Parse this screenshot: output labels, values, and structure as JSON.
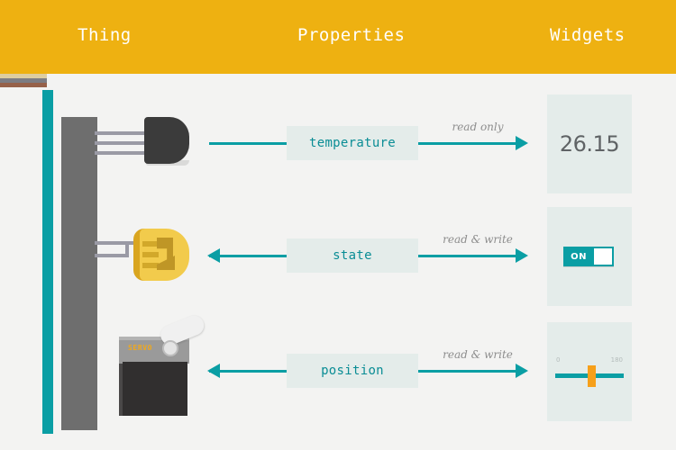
{
  "header": {
    "columns": [
      {
        "label": "Thing"
      },
      {
        "label": "Properties"
      },
      {
        "label": "Widgets"
      }
    ]
  },
  "thing": {
    "board_label": "arduino-board",
    "devices": [
      {
        "name": "temperature-sensor",
        "type": "sensor"
      },
      {
        "name": "led",
        "type": "actuator"
      },
      {
        "name": "servo-motor",
        "type": "actuator",
        "label": "SERVO"
      }
    ]
  },
  "rows": [
    {
      "property": "temperature",
      "access": "read only",
      "left_arrow": false,
      "right_arrow": true,
      "widget": {
        "type": "value",
        "value": "26.15"
      }
    },
    {
      "property": "state",
      "access": "read & write",
      "left_arrow": true,
      "right_arrow": true,
      "widget": {
        "type": "toggle",
        "value": "ON"
      }
    },
    {
      "property": "position",
      "access": "read & write",
      "left_arrow": true,
      "right_arrow": true,
      "widget": {
        "type": "slider",
        "min": "0",
        "max": "180",
        "value": "90"
      }
    }
  ],
  "colors": {
    "header_bg": "#eeb111",
    "accent_teal": "#0a9ea4",
    "property_bg": "#e4ecea",
    "page_bg": "#f3f3f2",
    "slider_thumb": "#f6a01a"
  }
}
